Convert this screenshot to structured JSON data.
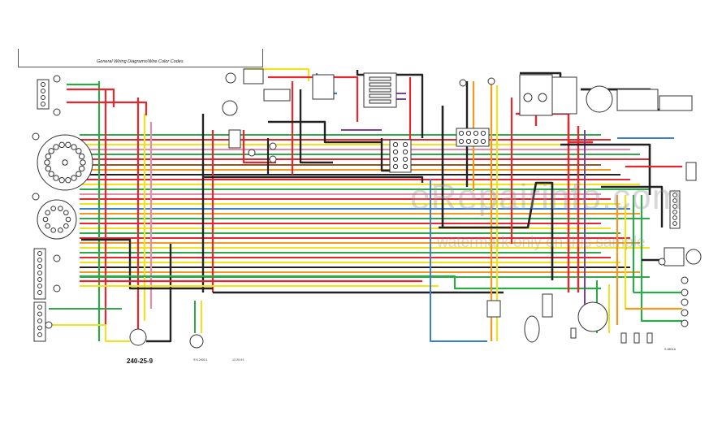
{
  "diagram": {
    "title": "General Wiring Diagrams/Wire Color Codes",
    "page_code": "240-25-9",
    "footer_left": "SYL2400.1",
    "footer_right": "12-20-91",
    "drawing_id": "S-8801A"
  },
  "watermark": {
    "line1": "eRepairinfo.com",
    "line2": "watermark only on this sample"
  },
  "wire_colors": {
    "red": "#e8262d",
    "green": "#2fa84a",
    "yellow": "#f2e21c",
    "black": "#222222",
    "orange": "#f39a1e",
    "blue": "#3a7fd0",
    "purple": "#7b3fa0",
    "pink": "#e98aa9",
    "brown": "#8a5a2b",
    "gray": "#9a9a9a"
  }
}
